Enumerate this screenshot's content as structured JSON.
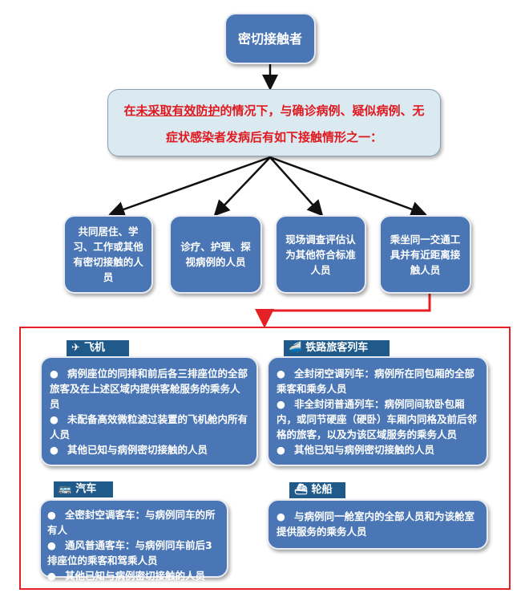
{
  "top": "密切接触者",
  "condition": {
    "prefix": "在",
    "underlined": "未采取有效防护",
    "rest": "的情况下，与确诊病例、疑似病例、无症状感染者发病后有如下接触情形之一："
  },
  "categories": [
    "共同居住、学习、工作或其他有密切接触的人员",
    "诊疗、护理、探视病例的人员",
    "现场调查评估认为其他符合标准人员",
    "乘坐同一交通工具并有近距离接触人员"
  ],
  "transport": {
    "plane": {
      "label": "飞机",
      "icon": "airplane-icon",
      "items": [
        "病例座位的同排和前后各三排座位的全部旅客及在上述区域内提供客舱服务的乘务人员",
        "未配备高效微粒滤过装置的飞机舱内所有人员",
        "其他已知与病例密切接触的人员"
      ]
    },
    "train": {
      "label": "铁路旅客列车",
      "icon": "train-icon",
      "items": [
        "全封闭空调列车：病例所在同包厢的全部乘客和乘务人员",
        "非全封闭普通列车：病例同间软卧包厢内，或同节硬座（硬卧）车厢内同格及前后邻格的旅客，以及为该区域服务的乘务人员",
        "其他已知与病例密切接触的人员"
      ]
    },
    "bus": {
      "label": "汽车",
      "icon": "bus-icon",
      "items": [
        "全密封空调客车：与病例同车的所有人",
        "通风普通客车：与病例同车前后3排座位的乘客和驾乘人员",
        "其他已知与病例密切接触的人员"
      ]
    },
    "ship": {
      "label": "轮船",
      "icon": "ship-icon",
      "items": [
        "与病例同一舱室内的全部人员和为该舱室提供服务的乘务人员"
      ]
    }
  },
  "bullet": "●",
  "colors": {
    "node": "#4a76b5",
    "label": "#1f5a8a",
    "condition_bg": "#dbe9f1",
    "red": "#e52125"
  }
}
